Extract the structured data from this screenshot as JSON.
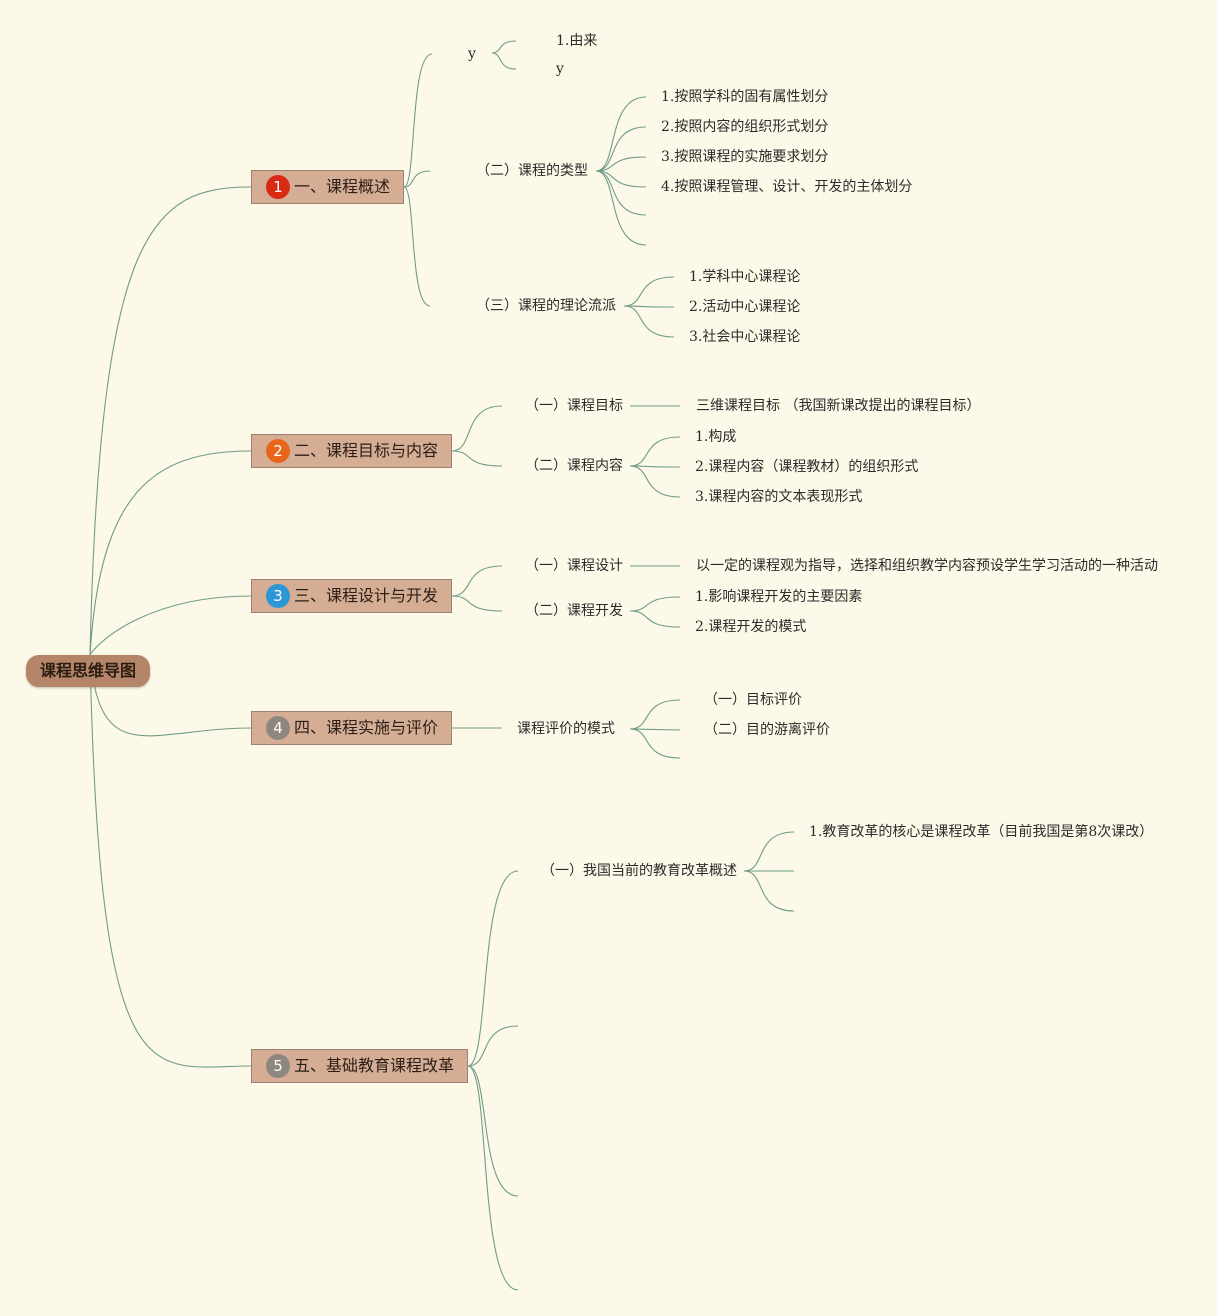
{
  "root": {
    "label": "课程思维导图"
  },
  "colors": {
    "line": "#6f9c87",
    "branch_bg": "#d4ad94",
    "root_bg": "#b48568",
    "background": "#fdf9e8"
  },
  "branches": [
    {
      "badge": "1",
      "badge_color": "#d92a13",
      "label": "一、课程概述",
      "children": [
        {
          "label": "y",
          "children": [
            "1.由来",
            "y"
          ]
        },
        {
          "label": "（二）课程的类型",
          "children": [
            "1.按照学科的固有属性划分",
            "2.按照内容的组织形式划分",
            "3.按照课程的实施要求划分",
            "4.按照课程管理、设计、开发的主体划分",
            "",
            ""
          ]
        },
        {
          "label": "（三）课程的理论流派",
          "children": [
            "1.学科中心课程论",
            "2.活动中心课程论",
            "3.社会中心课程论"
          ]
        }
      ]
    },
    {
      "badge": "2",
      "badge_color": "#e8661c",
      "label": "二、课程目标与内容",
      "children": [
        {
          "label": "（一）课程目标",
          "children": [
            "三维课程目标 （我国新课改提出的课程目标）"
          ]
        },
        {
          "label": "（二）课程内容",
          "children": [
            "1.构成",
            "2.课程内容（课程教材）的组织形式",
            "3.课程内容的文本表现形式"
          ]
        }
      ]
    },
    {
      "badge": "3",
      "badge_color": "#2b97d6",
      "label": "三、课程设计与开发",
      "children": [
        {
          "label": "（一）课程设计",
          "children": [
            "以一定的课程观为指导，选择和组织教学内容预设学生学习活动的一种活动"
          ]
        },
        {
          "label": "（二）课程开发",
          "children": [
            "1.影响课程开发的主要因素",
            "2.课程开发的模式"
          ]
        }
      ]
    },
    {
      "badge": "4",
      "badge_color": "#8e8780",
      "label": "四、课程实施与评价",
      "children": [
        {
          "label": "课程评价的模式",
          "children": [
            "（一）目标评价",
            "（二）目的游离评价",
            ""
          ]
        }
      ]
    },
    {
      "badge": "5",
      "badge_color": "#8e8780",
      "label": "五、基础教育课程改革",
      "children": [
        {
          "label": "（一）我国当前的教育改革概述",
          "children": [
            "1.教育改革的核心是课程改革（目前我国是第8次课改）",
            "",
            ""
          ]
        },
        {
          "label": "",
          "children": []
        },
        {
          "label": "",
          "children": []
        },
        {
          "label": "",
          "children": []
        }
      ]
    }
  ]
}
